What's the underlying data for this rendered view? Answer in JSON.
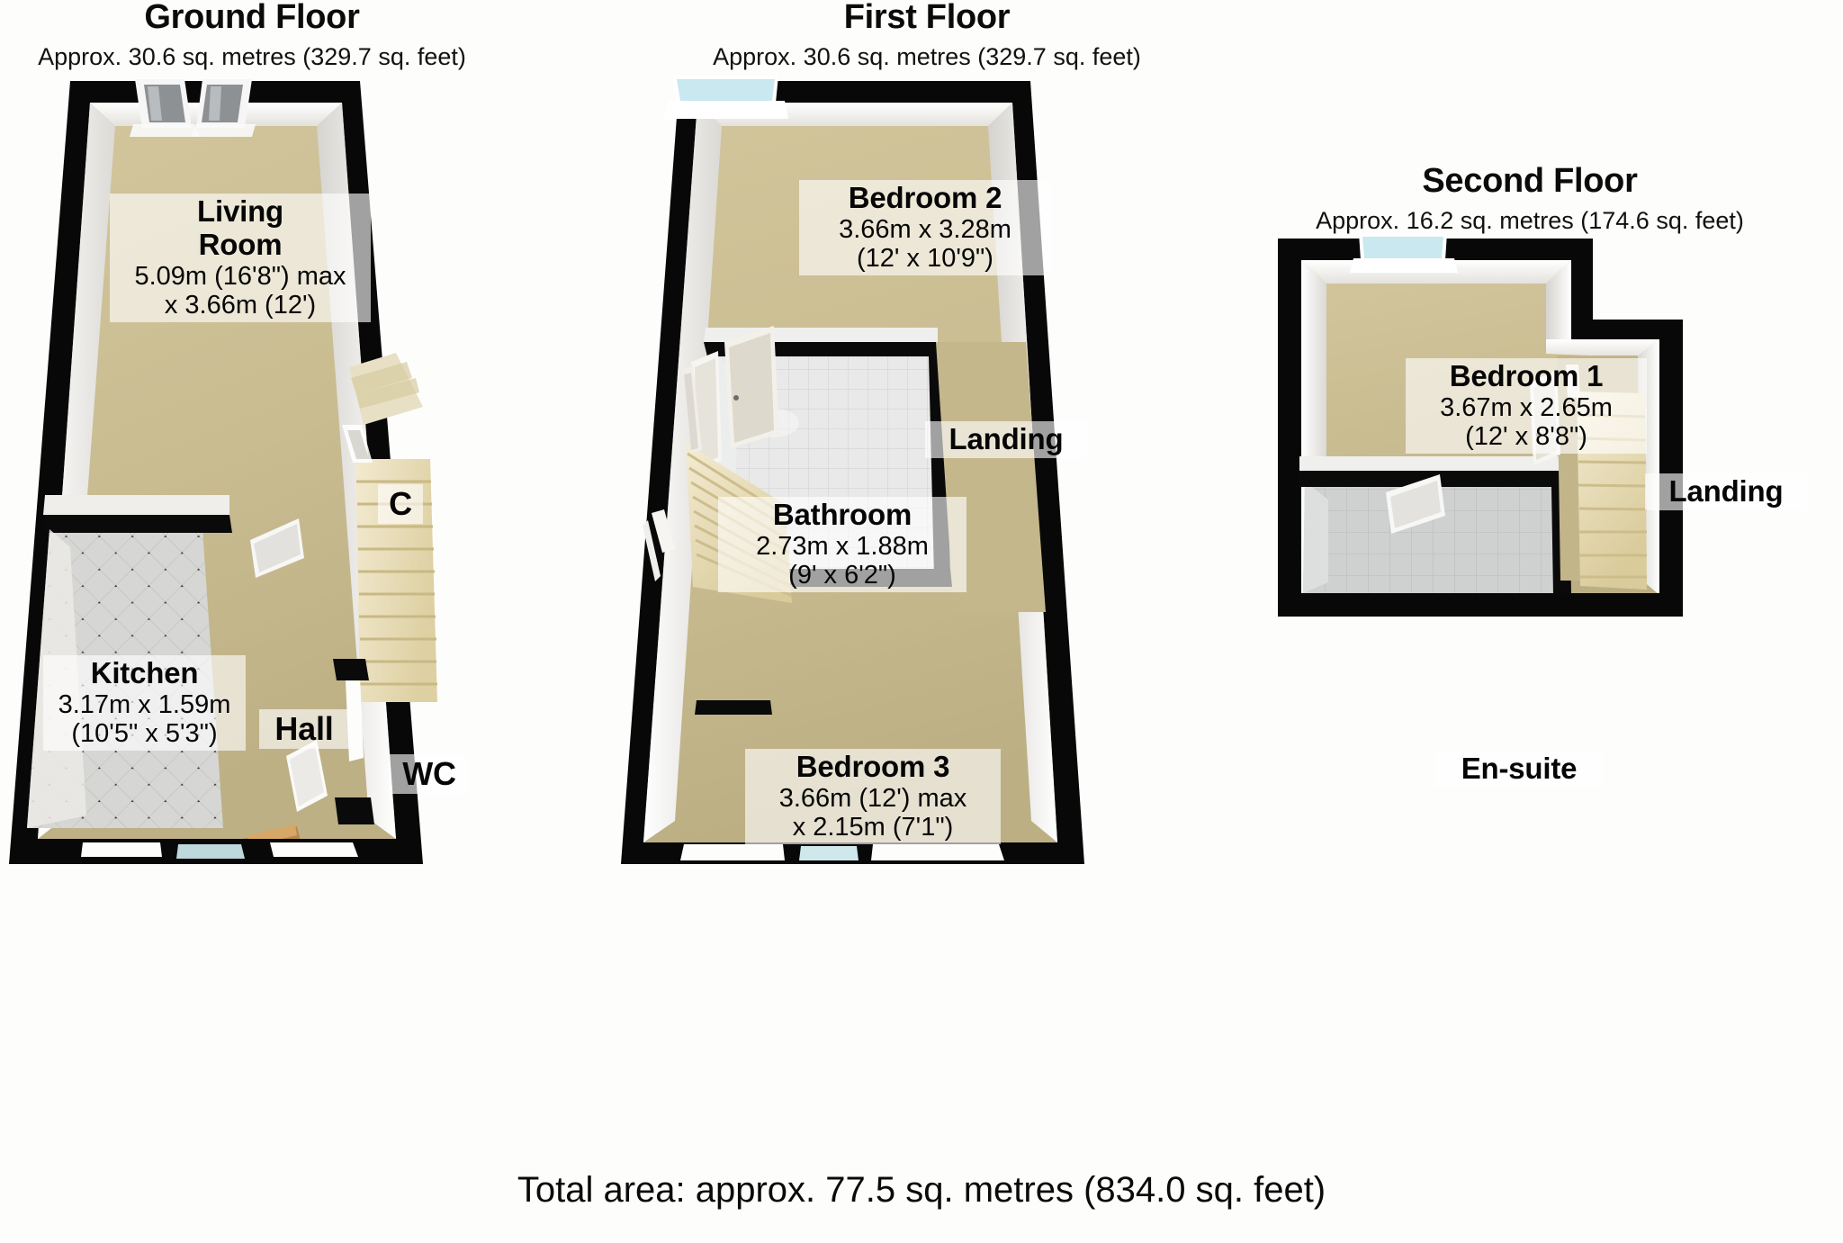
{
  "floors": [
    {
      "id": "ground",
      "title": "Ground Floor",
      "area": "Approx. 30.6 sq. metres (329.7 sq. feet)",
      "rooms": [
        {
          "id": "living-room",
          "name": "Living\nRoom",
          "line1": "5.09m (16'8\") max",
          "line2": "x 3.66m (12')"
        },
        {
          "id": "kitchen",
          "name": "Kitchen",
          "line1": "3.17m x 1.59m",
          "line2": "(10'5\" x 5'3\")"
        },
        {
          "id": "hall",
          "name": "Hall",
          "line1": "",
          "line2": ""
        },
        {
          "id": "wc",
          "name": "WC",
          "line1": "",
          "line2": ""
        },
        {
          "id": "cupboard",
          "name": "C",
          "line1": "",
          "line2": ""
        }
      ]
    },
    {
      "id": "first",
      "title": "First Floor",
      "area": "Approx. 30.6 sq. metres (329.7 sq. feet)",
      "rooms": [
        {
          "id": "bedroom-2",
          "name": "Bedroom 2",
          "line1": "3.66m x 3.28m",
          "line2": "(12' x 10'9\")"
        },
        {
          "id": "bathroom",
          "name": "Bathroom",
          "line1": "2.73m x 1.88m",
          "line2": "(9' x 6'2\")"
        },
        {
          "id": "bedroom-3",
          "name": "Bedroom 3",
          "line1": "3.66m (12') max",
          "line2": "x 2.15m (7'1\")"
        },
        {
          "id": "landing-first",
          "name": "Landing",
          "line1": "",
          "line2": ""
        }
      ]
    },
    {
      "id": "second",
      "title": "Second Floor",
      "area": "Approx. 16.2 sq. metres (174.6 sq. feet)",
      "rooms": [
        {
          "id": "bedroom-1",
          "name": "Bedroom 1",
          "line1": "3.67m x 2.65m",
          "line2": "(12' x 8'8\")"
        },
        {
          "id": "en-suite",
          "name": "En-suite",
          "line1": "",
          "line2": ""
        },
        {
          "id": "landing-second",
          "name": "Landing",
          "line1": "",
          "line2": ""
        }
      ]
    }
  ],
  "total_area": "Total area: approx. 77.5 sq. metres (834.0 sq. feet)",
  "colors": {
    "wall_black": "#080808",
    "carpet": "#c9bd94",
    "carpet_dark": "#b8ab80",
    "tile_grey": "#cfd0cf",
    "wall_white": "#f2f1ee",
    "wall_shade": "#d8d6d1",
    "stairs": "#e6dcb4",
    "door_grey": "#8d8f92",
    "background": "#fdfdfb"
  },
  "labels": {
    "ground_title_pos": "Ground Floor",
    "first_title_pos": "First Floor",
    "second_title_pos": "Second Floor"
  }
}
